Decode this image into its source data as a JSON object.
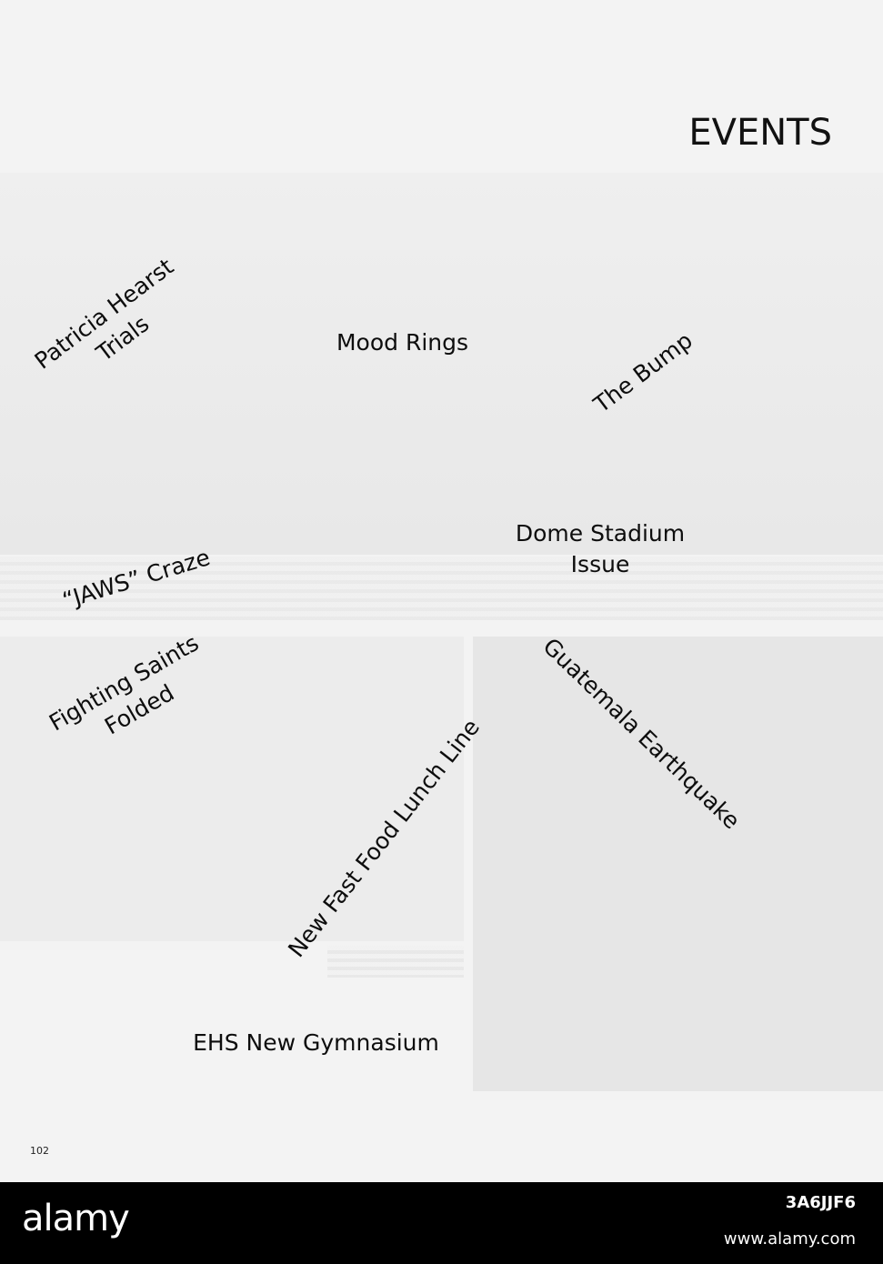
{
  "page": {
    "title": "EVENTS",
    "page_number": "102",
    "events": {
      "patricia": [
        "Patricia Hearst",
        "Trials"
      ],
      "mood_rings": [
        "Mood Rings"
      ],
      "the_bump": [
        "The Bump"
      ],
      "dome_stadium": [
        "Dome Stadium",
        "Issue"
      ],
      "jaws": [
        "“JAWS” Craze"
      ],
      "fighting_saints": [
        "Fighting Saints",
        "Folded"
      ],
      "guatemala": [
        "Guatemala Earthquake"
      ],
      "fast_food": [
        "New Fast Food Lunch Line"
      ],
      "gymnasium": [
        "EHS New Gymnasium"
      ]
    }
  },
  "watermark": {
    "brand": "alamy",
    "image_id": "3A6JJF6",
    "site": "www.alamy.com"
  }
}
